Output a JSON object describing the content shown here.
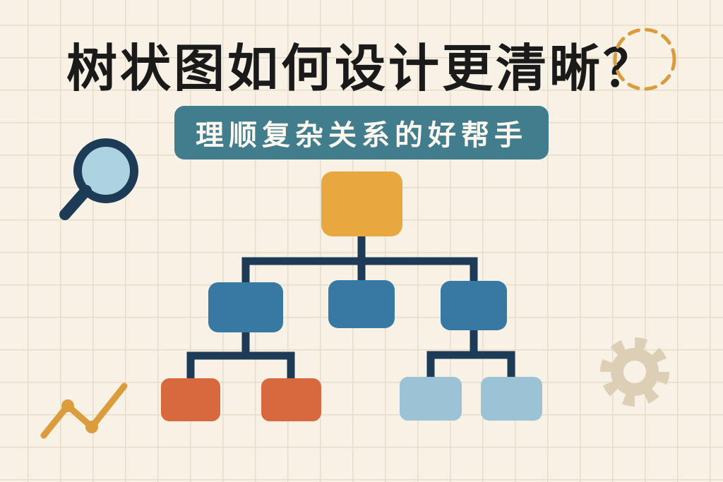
{
  "page": {
    "title": "树状图如何设计更清晰？",
    "subtitle": "理顺复杂关系的好帮手"
  },
  "colors": {
    "background": "#f8f1e5",
    "grid_line": "#e9ddc9",
    "title_text": "#1a1a1a",
    "banner_bg": "#427d8e",
    "banner_text": "#fdf8ef",
    "root_node": "#e9a83f",
    "branch_node": "#3779a2",
    "leaf_left_node": "#d8693f",
    "leaf_right_node": "#9cc3d5",
    "connector": "#1d3b56",
    "accent_orange": "#db9c3e",
    "gear": "#dccfb5",
    "magnifier_ring": "#1d3b56",
    "magnifier_lens": "#aed3e0"
  },
  "tree": {
    "description": "three-level tree diagram with unlabeled color blocks",
    "levels": [
      {
        "level": 1,
        "nodes": [
          {
            "id": "root",
            "color": "#e9a83f"
          }
        ]
      },
      {
        "level": 2,
        "nodes": [
          {
            "id": "branch-left",
            "color": "#3779a2",
            "parent": "root"
          },
          {
            "id": "branch-center",
            "color": "#3779a2",
            "parent": "root"
          },
          {
            "id": "branch-right",
            "color": "#3779a2",
            "parent": "root"
          }
        ]
      },
      {
        "level": 3,
        "nodes": [
          {
            "id": "leaf-left-1",
            "color": "#d8693f",
            "parent": "branch-left"
          },
          {
            "id": "leaf-left-2",
            "color": "#d8693f",
            "parent": "branch-left"
          },
          {
            "id": "leaf-right-1",
            "color": "#9cc3d5",
            "parent": "branch-right"
          },
          {
            "id": "leaf-right-2",
            "color": "#9cc3d5",
            "parent": "branch-right"
          }
        ]
      }
    ]
  },
  "icons": [
    {
      "name": "magnifier-icon"
    },
    {
      "name": "dashed-circle-icon"
    },
    {
      "name": "trend-line-icon"
    },
    {
      "name": "gear-icon"
    }
  ]
}
